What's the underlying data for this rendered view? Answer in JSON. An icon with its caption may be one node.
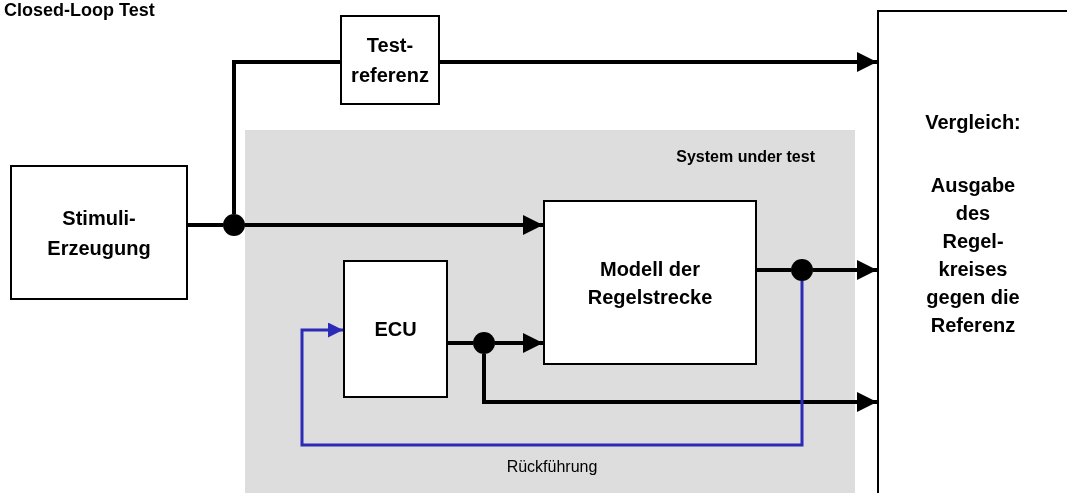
{
  "diagram": {
    "title": "Closed-Loop Test",
    "nodes": [
      {
        "text": [
          "Stimuli- Erzeugung"
        ]
      },
      {
        "text": [
          "Test- referenz"
        ]
      },
      {
        "text": [
          "Vergleich:",
          "Ausgabe des Regel- kreises gegen die Referenz"
        ]
      },
      {
        "text": [
          "System under test"
        ]
      },
      {
        "text": [
          "ECU"
        ],
        "in": 3
      },
      {
        "text": [
          "Modell der Regelstrecke"
        ],
        "in": 3
      },
      {
        "text": [],
        "shape": "circle"
      },
      {
        "text": [],
        "shape": "circle",
        "in": 3
      },
      {
        "text": [],
        "shape": "circle",
        "in": 3
      }
    ],
    "edges": [
      {
        "from": 0,
        "to": 6,
        "arrow": "none"
      },
      {
        "from": 6,
        "to": 1,
        "arrow": "none"
      },
      {
        "from": 1,
        "to": 2,
        "arrow": "to"
      },
      {
        "from": 6,
        "to": 5,
        "arrow": "to"
      },
      {
        "from": 4,
        "to": 7,
        "arrow": "none"
      },
      {
        "from": 7,
        "to": 5,
        "arrow": "to"
      },
      {
        "from": 7,
        "to": 2,
        "arrow": "to"
      },
      {
        "from": 5,
        "to": 8,
        "arrow": "none"
      },
      {
        "from": 8,
        "to": 2,
        "arrow": "to"
      },
      {
        "from": 8,
        "to": 4,
        "arrow": "to",
        "label": "Rückführung",
        "color": "#2b2bb8"
      }
    ]
  }
}
